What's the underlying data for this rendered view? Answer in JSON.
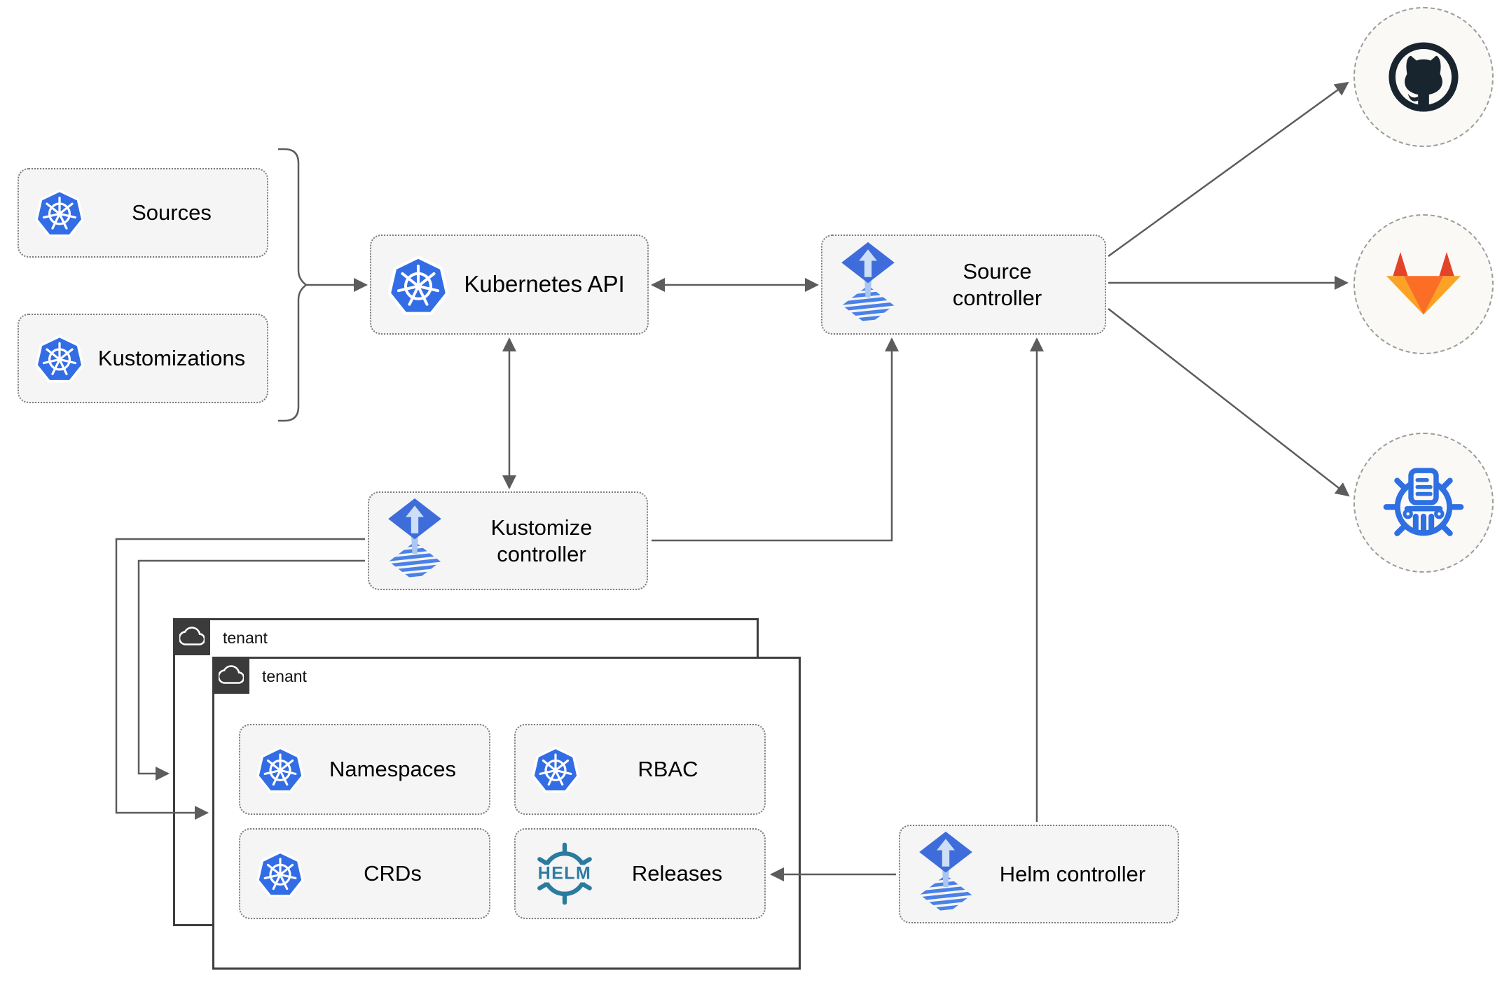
{
  "nodes": {
    "sources": {
      "label": "Sources",
      "icon": "kubernetes-icon"
    },
    "kustomizations": {
      "label": "Kustomizations",
      "icon": "kubernetes-icon"
    },
    "kubernetes_api": {
      "label": "Kubernetes API",
      "icon": "kubernetes-icon"
    },
    "source_controller": {
      "label": "Source controller",
      "icon": "flux-icon"
    },
    "kustomize_controller": {
      "label": "Kustomize controller",
      "icon": "flux-icon"
    },
    "helm_controller": {
      "label": "Helm controller",
      "icon": "flux-icon"
    },
    "namespaces": {
      "label": "Namespaces",
      "icon": "kubernetes-icon"
    },
    "rbac": {
      "label": "RBAC",
      "icon": "kubernetes-icon"
    },
    "crds": {
      "label": "CRDs",
      "icon": "kubernetes-icon"
    },
    "releases": {
      "label": "Releases",
      "icon": "helm-icon",
      "logo_text": "HELM"
    }
  },
  "groups": {
    "tenant_outer": {
      "label": "tenant",
      "icon": "cloud-icon"
    },
    "tenant_inner": {
      "label": "tenant",
      "icon": "cloud-icon"
    }
  },
  "remotes": {
    "github": {
      "icon": "github-icon"
    },
    "gitlab": {
      "icon": "gitlab-icon"
    },
    "helm_repository": {
      "icon": "helm-repository-icon"
    }
  },
  "edges": [
    {
      "from": "sources / kustomizations (brace)",
      "to": "kubernetes_api",
      "arrow": "end"
    },
    {
      "from": "kubernetes_api",
      "to": "source_controller",
      "arrow": "both"
    },
    {
      "from": "kubernetes_api",
      "to": "kustomize_controller",
      "arrow": "both"
    },
    {
      "from": "kustomize_controller",
      "to": "source_controller",
      "arrow": "end"
    },
    {
      "from": "kustomize_controller",
      "to": "tenant_inner",
      "arrow": "end"
    },
    {
      "from": "kustomize_controller",
      "to": "tenant_outer",
      "arrow": "end"
    },
    {
      "from": "helm_controller",
      "to": "source_controller",
      "arrow": "end"
    },
    {
      "from": "helm_controller",
      "to": "releases",
      "arrow": "end"
    },
    {
      "from": "source_controller",
      "to": "github",
      "arrow": "end"
    },
    {
      "from": "source_controller",
      "to": "gitlab",
      "arrow": "end"
    },
    {
      "from": "source_controller",
      "to": "helm_repository",
      "arrow": "end"
    }
  ],
  "colors": {
    "kubernetes_blue": "#326de6",
    "flux_blue": "#3e6ddb",
    "flux_light_blue": "#a9c7f2",
    "helm_teal": "#2a7b9e",
    "github_dark": "#18242e",
    "gitlab_orange_dark": "#e24329",
    "gitlab_orange": "#fc6d26",
    "gitlab_orange_light": "#fca326",
    "chartmuseum_blue": "#2e6fe2",
    "arrow_gray": "#5c5c5c",
    "node_fill": "#f5f5f5",
    "tenant_badge_bg": "#3b3b3b"
  }
}
